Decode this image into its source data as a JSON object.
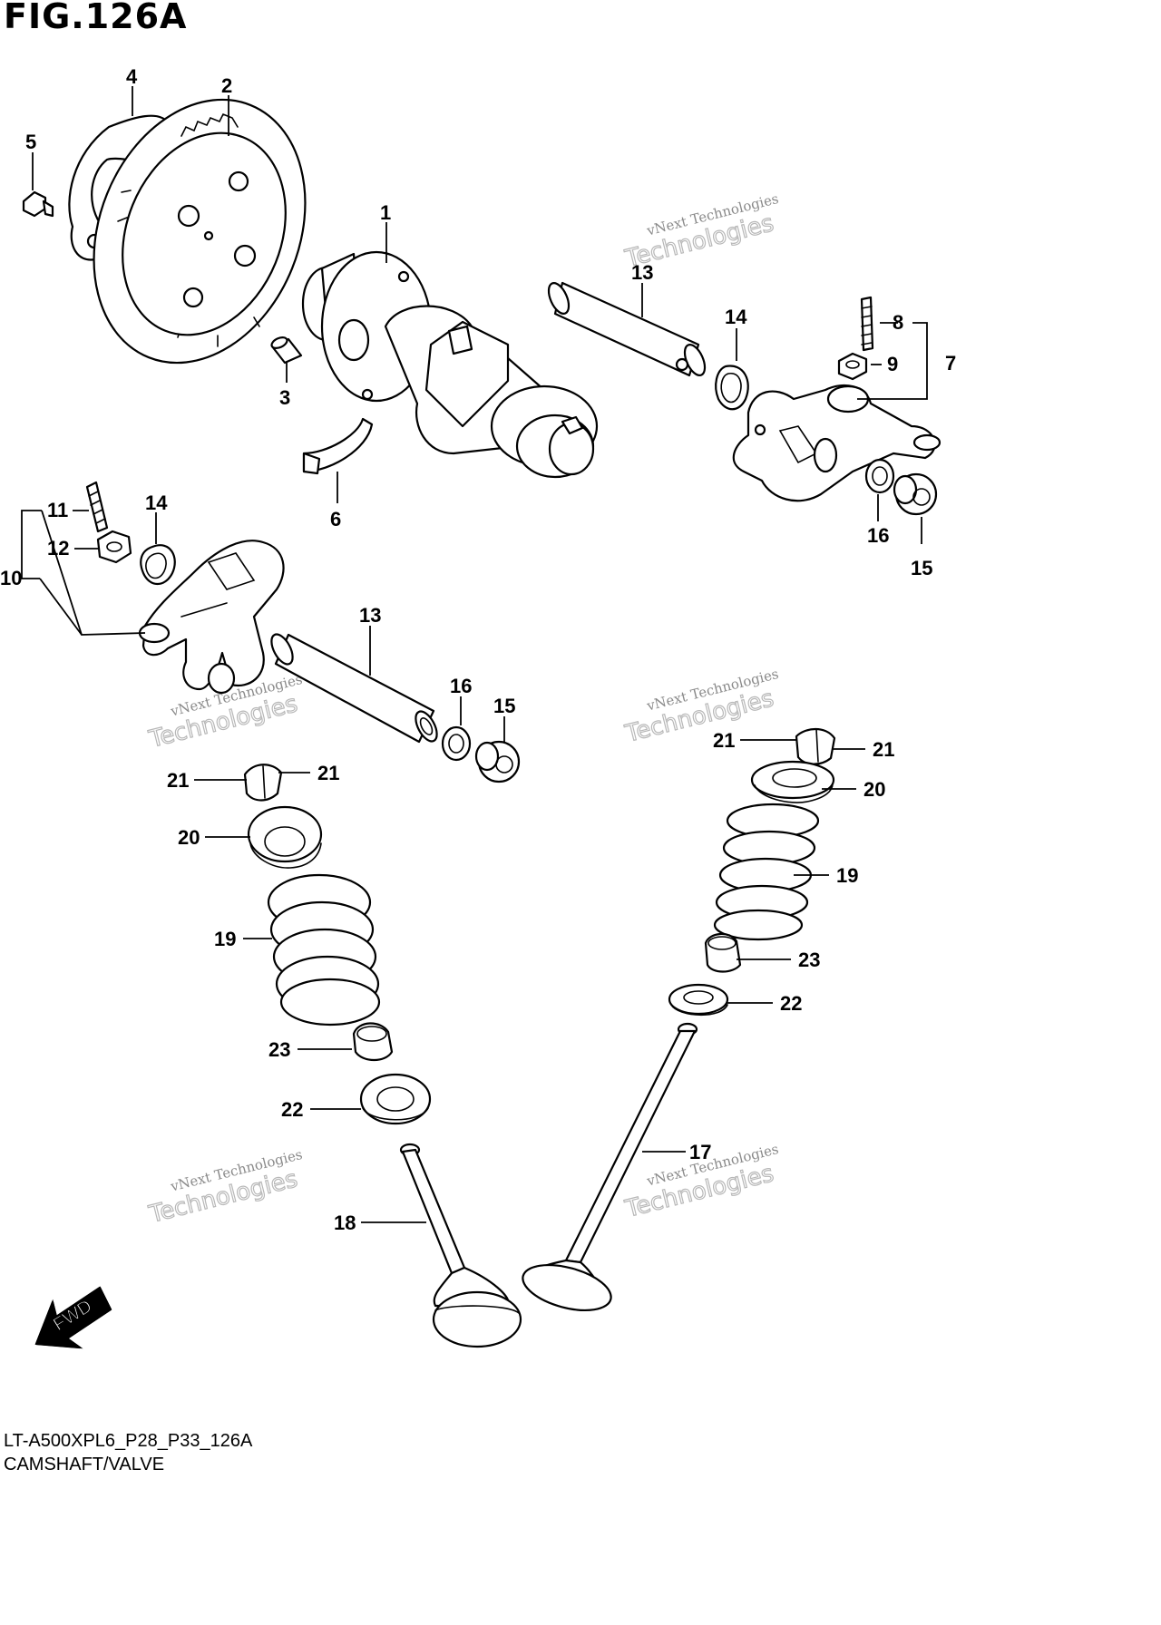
{
  "figure": {
    "title": "FIG.126A",
    "code": "LT-A500XPL6_P28_P33_126A",
    "caption": "CAMSHAFT/VALVE"
  },
  "watermark": {
    "line1": "vNext Technologies",
    "line2": "Technologies",
    "color": "#b8b8b8"
  },
  "fwd_label": "FWD",
  "callouts": {
    "c1": "1",
    "c2": "2",
    "c3": "3",
    "c4": "4",
    "c5": "5",
    "c6": "6",
    "c7": "7",
    "c8": "8",
    "c9": "9",
    "c10": "10",
    "c11": "11",
    "c12": "12",
    "c13a": "13",
    "c13b": "13",
    "c14a": "14",
    "c14b": "14",
    "c15a": "15",
    "c15b": "15",
    "c16a": "16",
    "c16b": "16",
    "c17": "17",
    "c18": "18",
    "c19a": "19",
    "c19b": "19",
    "c20a": "20",
    "c20b": "20",
    "c21a": "21",
    "c21b": "21",
    "c21c": "21",
    "c21d": "21",
    "c22a": "22",
    "c22b": "22",
    "c23a": "23",
    "c23b": "23"
  }
}
